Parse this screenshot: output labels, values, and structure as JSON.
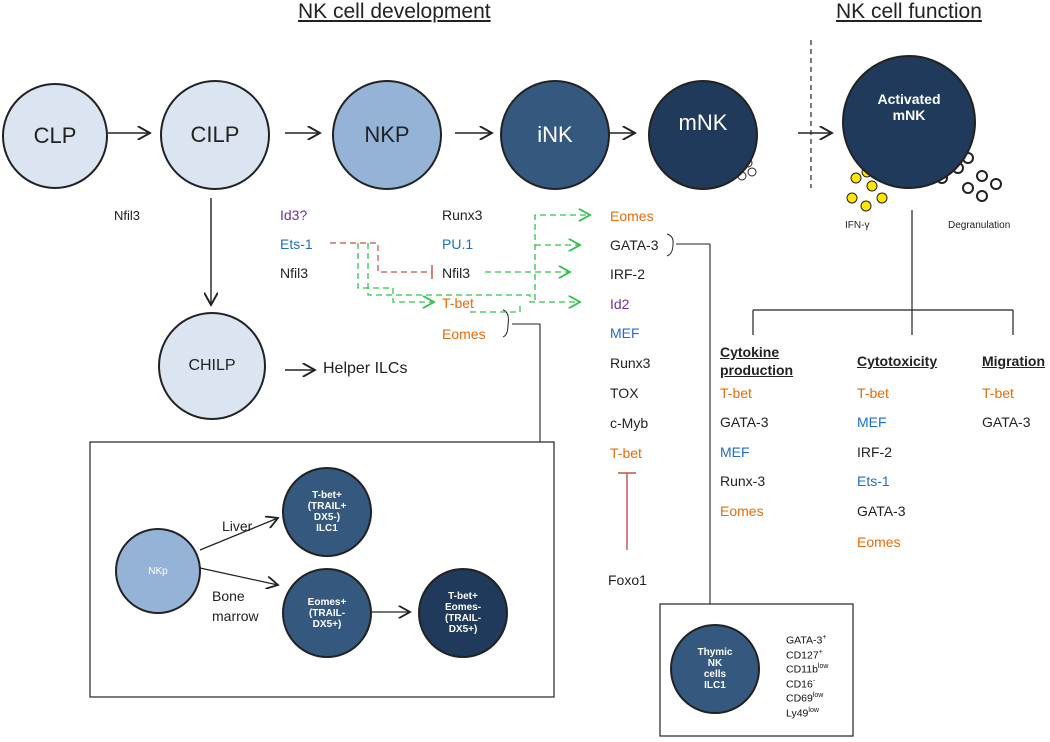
{
  "headers": {
    "development": "NK cell development",
    "function": "NK cell function"
  },
  "nodes": {
    "clp": "CLP",
    "cilp": "CILP",
    "nkp": "NKP",
    "ink": "iNK",
    "mnk": "mNK",
    "activated": "Activated\nmNK",
    "chilp": "CHILP",
    "helper": "Helper ILCs"
  },
  "labels": {
    "nfil3_top": "Nfil3",
    "ifn": "IFN-γ",
    "degranulation": "Degranulation"
  },
  "factors_left": {
    "id3": "Id3?",
    "ets1": "Ets-1",
    "nfil3": "Nfil3"
  },
  "factors_mid": {
    "runx3": "Runx3",
    "pu1": "PU.1",
    "nfil3": "Nfil3",
    "tbet": "T-bet",
    "eomes": "Eomes"
  },
  "factors_right": [
    "Eomes",
    "GATA-3",
    "IRF-2",
    "Id2",
    "MEF",
    "Runx3",
    "TOX",
    "c-Myb",
    "T-bet",
    "Foxo1"
  ],
  "columns": {
    "cytokine": {
      "title": "Cytokine\nproduction",
      "items": [
        "T-bet",
        "GATA-3",
        "MEF",
        "Runx-3",
        "Eomes"
      ]
    },
    "cytotoxicity": {
      "title": "Cytotoxicity",
      "items": [
        "T-bet",
        "MEF",
        "IRF-2",
        "Ets-1",
        "GATA-3",
        "Eomes"
      ]
    },
    "migration": {
      "title": "Migration",
      "items": [
        "T-bet",
        "GATA-3"
      ]
    }
  },
  "inset": {
    "nkp": "NKp",
    "liver": "Liver",
    "bone_marrow": "Bone\nmarrow",
    "ilc1_cell": "T-bet+\n(TRAIL+\nDX5-)\nILC1",
    "eomes_cell": "Eomes+\n(TRAIL-\nDX5+)",
    "tbet_cell": "T-bet+\nEomes-\n(TRAIL-\nDX5+)"
  },
  "thymic": {
    "cell": "Thymic\nNK\ncells\nILC1",
    "markers": [
      {
        "name": "GATA-3",
        "sup": "+"
      },
      {
        "name": "CD127",
        "sup": "+"
      },
      {
        "name": "CD11b",
        "sup": "low"
      },
      {
        "name": "CD16",
        "sup": "-"
      },
      {
        "name": "CD69",
        "sup": "low"
      },
      {
        "name": "Ly49",
        "sup": "low"
      }
    ]
  },
  "colors": {
    "light": "#dbe5f1",
    "mid": "#95b3d7",
    "dark": "#35587f",
    "darker": "#1f3a5a",
    "orange": "#e46c0a",
    "blue": "#1f6fc5",
    "purple": "#7030a0",
    "green": "#33c24c",
    "red": "#c0504d"
  }
}
